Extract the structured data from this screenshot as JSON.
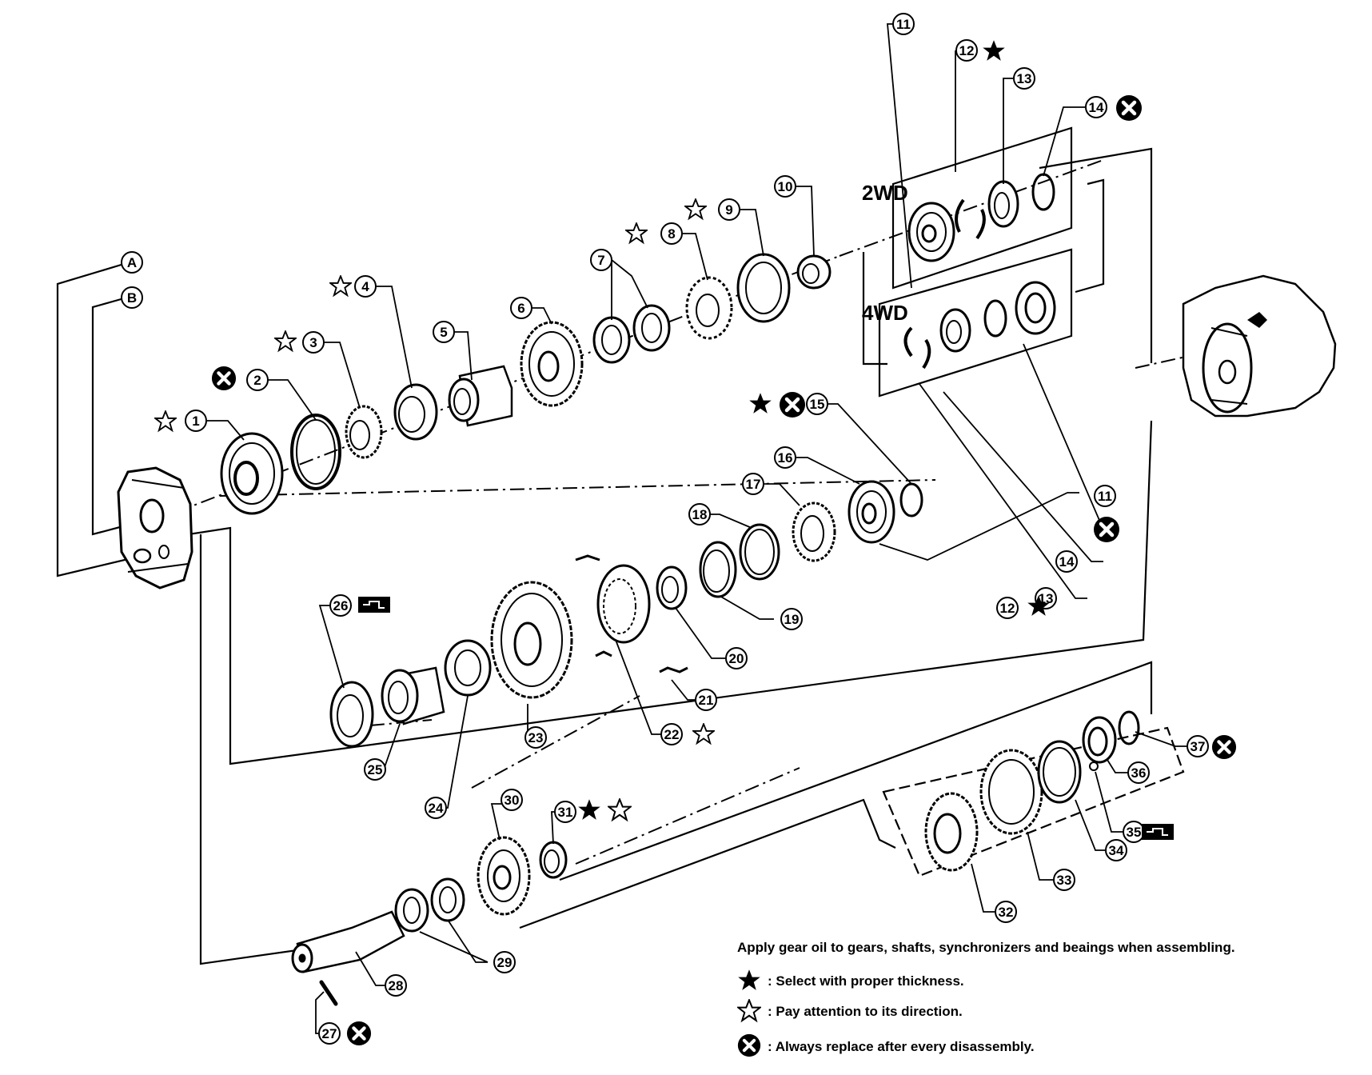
{
  "group_labels": {
    "twowd": "2WD",
    "fourwd": "4WD"
  },
  "connectors": [
    "A",
    "B"
  ],
  "callouts": [
    "1",
    "2",
    "3",
    "4",
    "5",
    "6",
    "7",
    "8",
    "9",
    "10",
    "11",
    "12",
    "13",
    "14",
    "15",
    "16",
    "17",
    "18",
    "19",
    "20",
    "21",
    "22",
    "23",
    "24",
    "25",
    "26",
    "27",
    "28",
    "29",
    "30",
    "31",
    "32",
    "33",
    "34",
    "35",
    "36",
    "37"
  ],
  "legend": {
    "note": "Apply gear oil to gears, shafts, synchronizers and beaings when assembling.",
    "select_text": ": Select with proper thickness.",
    "direction_text": ": Pay attention to its direction.",
    "replace_text": ": Always replace after every disassembly."
  },
  "symbols": {
    "select": "filled-star-icon",
    "direction": "outline-star-icon",
    "replace": "circled-x-icon",
    "grease": "grease-applicator-icon"
  },
  "colors": {
    "ink": "#000000",
    "paper": "#ffffff"
  }
}
